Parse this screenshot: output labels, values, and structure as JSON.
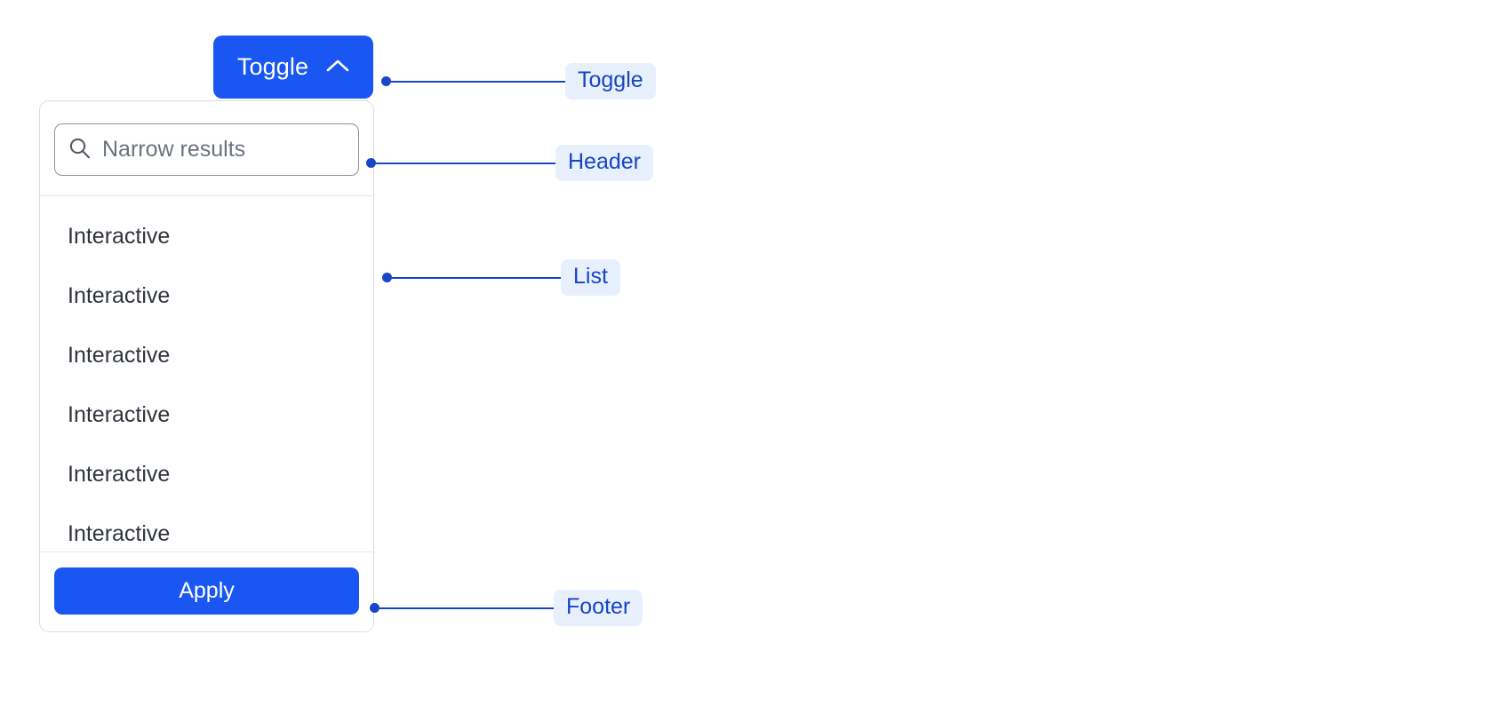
{
  "toggle": {
    "label": "Toggle",
    "icon": "chevron-up-icon",
    "expanded": true,
    "background_color": "#1a57f2",
    "text_color": "#ffffff"
  },
  "dropdown": {
    "header": {
      "search": {
        "icon": "search-icon",
        "placeholder": "Narrow results",
        "value": ""
      }
    },
    "list": {
      "items": [
        {
          "label": "Interactive"
        },
        {
          "label": "Interactive"
        },
        {
          "label": "Interactive"
        },
        {
          "label": "Interactive"
        },
        {
          "label": "Interactive"
        },
        {
          "label": "Interactive"
        }
      ]
    },
    "footer": {
      "apply_label": "Apply",
      "apply_background_color": "#1a57f2",
      "apply_text_color": "#ffffff"
    },
    "border_color": "#dadde2",
    "background_color": "#ffffff"
  },
  "annotations": {
    "accent_color": "#1546c6",
    "badge_background_color": "#e8effd",
    "items": [
      {
        "label": "Toggle",
        "target": "toggle-button"
      },
      {
        "label": "Header",
        "target": "dropdown-header"
      },
      {
        "label": "List",
        "target": "dropdown-list"
      },
      {
        "label": "Footer",
        "target": "dropdown-footer"
      }
    ]
  }
}
